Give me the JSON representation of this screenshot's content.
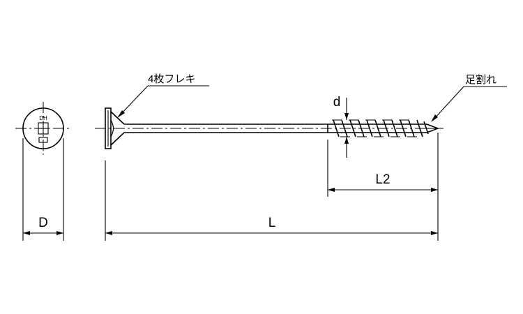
{
  "diagram": {
    "labels": {
      "head_marking": "DH",
      "washer_head_note": "4枚フレキ",
      "point_note": "足割れ",
      "thread_diameter": "d",
      "thread_length": "L2",
      "total_length": "L",
      "head_diameter": "D"
    }
  }
}
